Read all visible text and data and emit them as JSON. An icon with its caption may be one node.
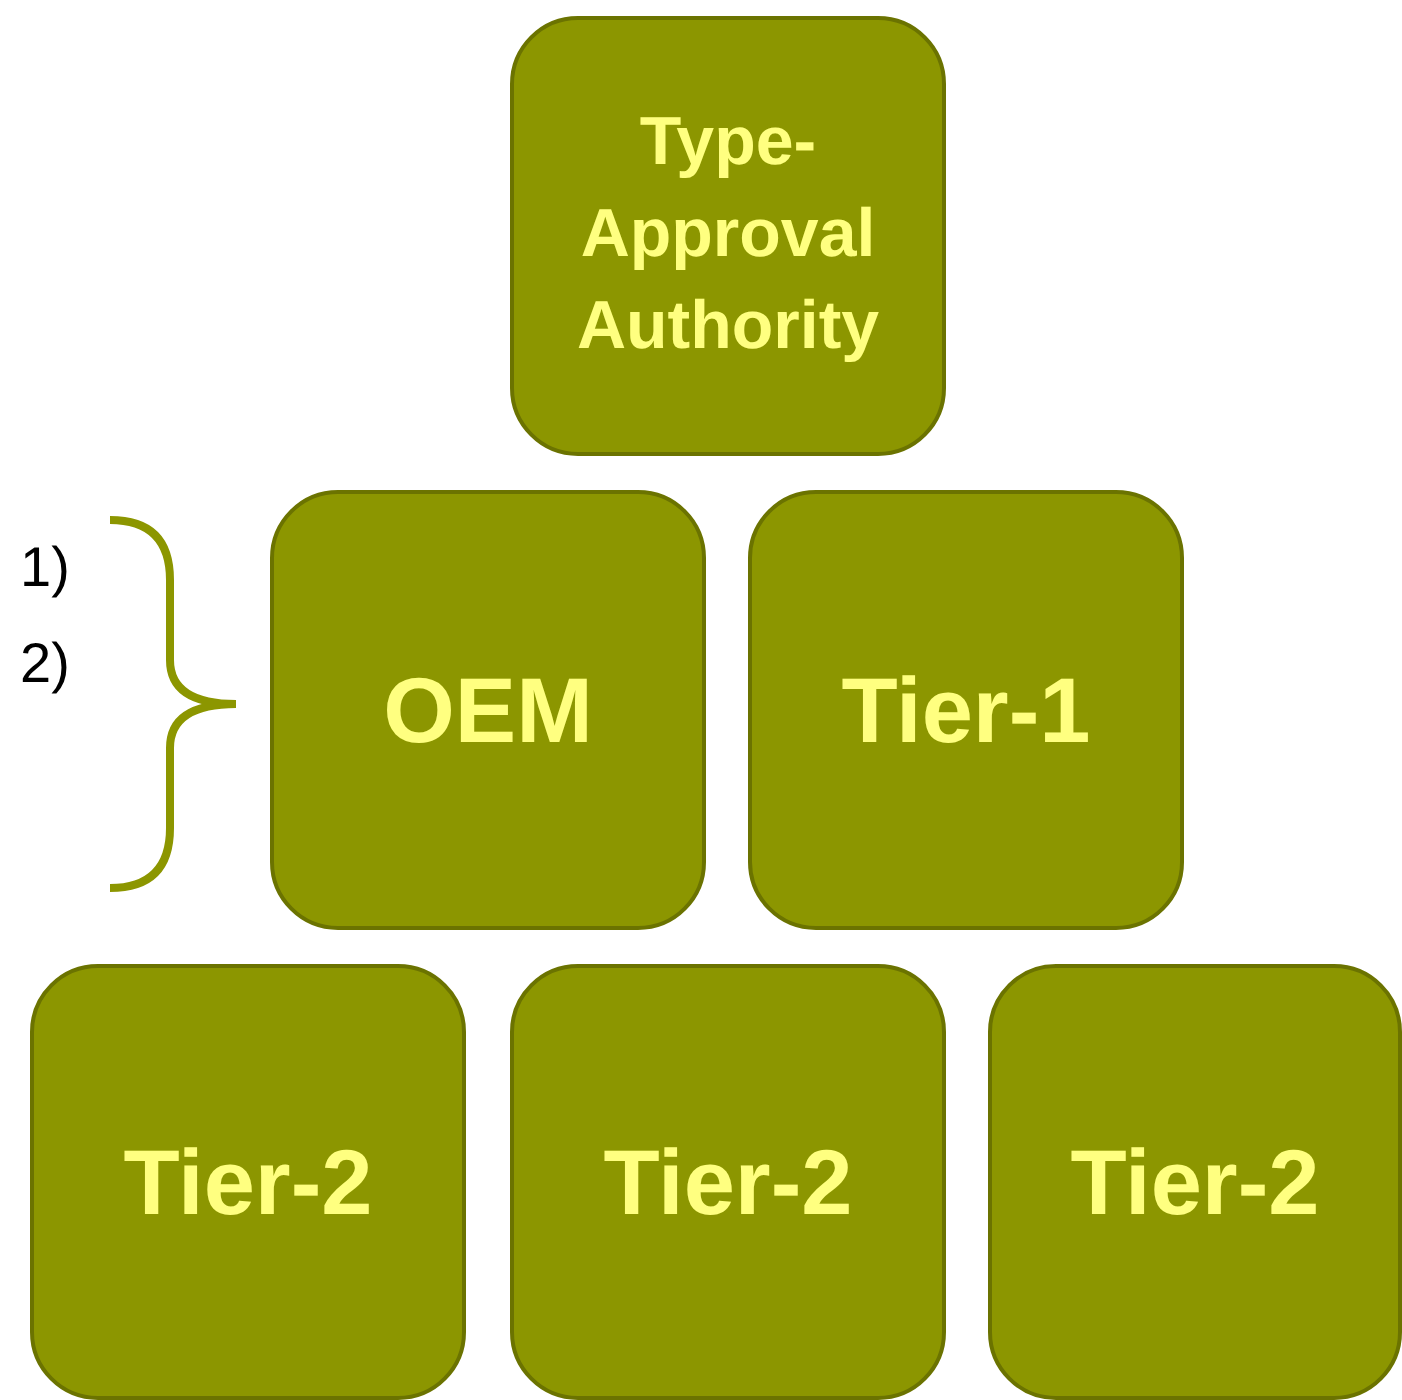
{
  "diagram": {
    "nodes": [
      {
        "text": [
          "Type-Approval Authority"
        ]
      },
      {
        "text": [
          "OEM"
        ]
      },
      {
        "text": [
          "Tier-1"
        ]
      },
      {
        "text": [
          "Tier-2"
        ]
      },
      {
        "text": [
          "Tier-2"
        ]
      },
      {
        "text": [
          "Tier-2"
        ]
      }
    ],
    "labels": [
      "1)",
      "2)"
    ]
  }
}
